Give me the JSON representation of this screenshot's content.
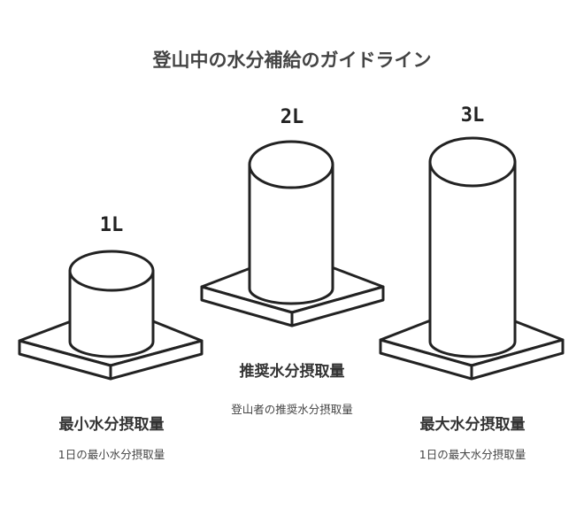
{
  "title": "登山中の水分補給のガイドライン",
  "columns": [
    {
      "volume": "1L",
      "label": "最小水分摂取量",
      "description": "1日の最小水分摂取量"
    },
    {
      "volume": "2L",
      "label": "推奨水分摂取量",
      "description": "登山者の推奨水分摂取量"
    },
    {
      "volume": "3L",
      "label": "最大水分摂取量",
      "description": "1日の最大水分摂取量"
    }
  ],
  "colors": {
    "stroke": "#222222",
    "fill": "#ffffff"
  }
}
